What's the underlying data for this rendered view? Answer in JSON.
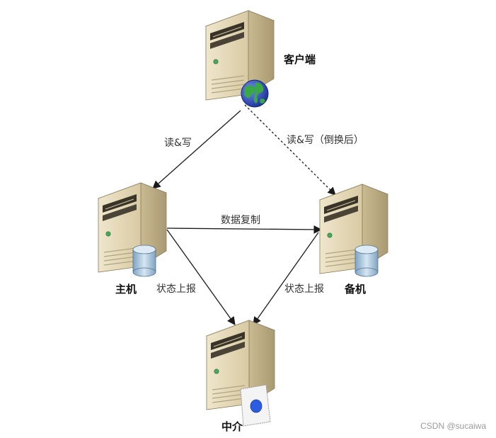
{
  "nodes": {
    "client": {
      "label": "客户端"
    },
    "primary": {
      "label": "主机"
    },
    "standby": {
      "label": "备机"
    },
    "arbiter": {
      "label": "中介"
    }
  },
  "edges": {
    "client_to_primary": {
      "label": "读&写"
    },
    "client_to_standby": {
      "label": "读&写（倒换后）"
    },
    "replication": {
      "label": "数据复制"
    },
    "primary_report": {
      "label": "状态上报"
    },
    "standby_report": {
      "label": "状态上报"
    }
  },
  "watermark": "CSDN @sucaiwa",
  "colors": {
    "server_front": "#e2d6b6",
    "server_side": "#c6b78f",
    "server_top": "#efe6cc",
    "arrow": "#1a1a1a",
    "database": "#a9c6dd",
    "globe_ocean": "#2a4bb8",
    "globe_land": "#3aa845"
  },
  "icons": [
    "server-icon",
    "globe-icon",
    "database-icon",
    "certificate-icon"
  ]
}
